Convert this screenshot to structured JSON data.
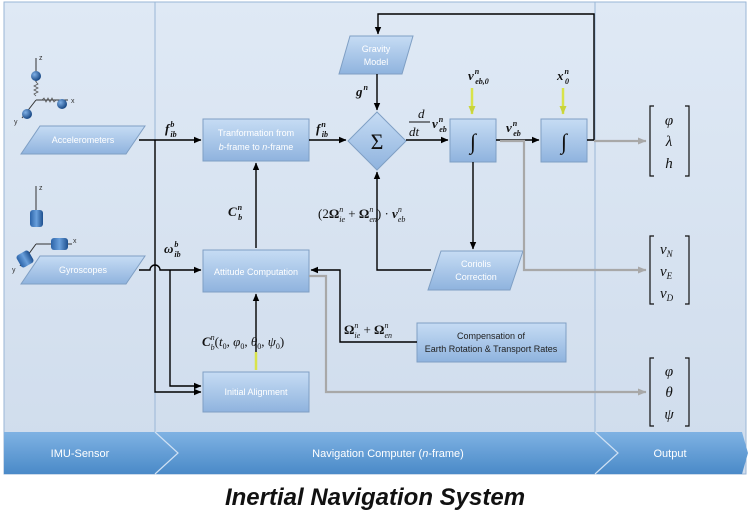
{
  "sections": [
    {
      "label": "IMU-Sensor"
    },
    {
      "label": "Navigation Computer (",
      "em": "n",
      "after": "-frame)"
    },
    {
      "label": "Output"
    }
  ],
  "title": "Inertial Navigation System",
  "blocks": {
    "accelerometers": "Accelerometers",
    "gyroscopes": "Gyroscopes",
    "transformation_line1": "Tranformation from",
    "transformation_line2_a": "b",
    "transformation_line2_b": "-frame to ",
    "transformation_line2_c": "n",
    "transformation_line2_d": "-frame",
    "attitude": "Attitude Computation",
    "initial_alignment": "Initial Alignment",
    "gravity_line1": "Gravity",
    "gravity_line2": "Model",
    "coriolis_line1": "Coriolis",
    "coriolis_line2": "Correction",
    "compensation_line1": "Compensation of",
    "compensation_line2": "Earth Rotation & Transport Rates",
    "sum_symbol": "Σ",
    "integral_symbol": "∫"
  },
  "outputs": {
    "position": [
      "φ",
      "λ",
      "h"
    ],
    "velocity": [
      "v",
      "v",
      "v"
    ],
    "velocity_sub": [
      "N",
      "E",
      "D"
    ],
    "attitude": [
      "φ",
      "θ",
      "ψ"
    ]
  },
  "axis_labels": [
    "z",
    "x",
    "y"
  ],
  "colors": {
    "band": "#5a9bd5",
    "block": "#a8c6ea",
    "section_bg": "#dbe6f3",
    "initial_value_marker": "#d8e34a"
  },
  "icons": [
    "accelerometer-sensor-icon",
    "gyroscope-sensor-icon"
  ]
}
